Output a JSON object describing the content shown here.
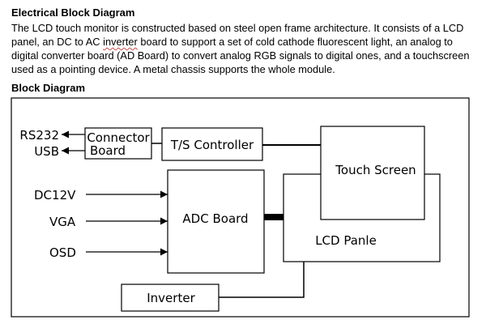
{
  "title": "Electrical Block Diagram",
  "paragraph": {
    "part1": "The LCD touch monitor is constructed based on steel open frame architecture. It consists of a LCD panel, an DC to AC ",
    "misspelled_word": "inverter",
    "part2": " board to support a set of cold cathode fluorescent light, an analog to digital converter board (AD Board) to convert analog RGB signals to digital ones, and a touchscreen used as a pointing device. A metal chassis supports the whole module."
  },
  "subtitle": "Block Diagram",
  "diagram": {
    "ports": {
      "rs232": "RS232",
      "usb": "USB",
      "dc12v": "DC12V",
      "vga": "VGA",
      "osd": "OSD"
    },
    "blocks": {
      "connector_line1": "Connector",
      "connector_line2": "Board",
      "ts_controller": "T/S Controller",
      "touch_screen": "Touch Screen",
      "adc_board": "ADC Board",
      "lcd_panel": "LCD Panle",
      "inverter": "Inverter"
    }
  }
}
